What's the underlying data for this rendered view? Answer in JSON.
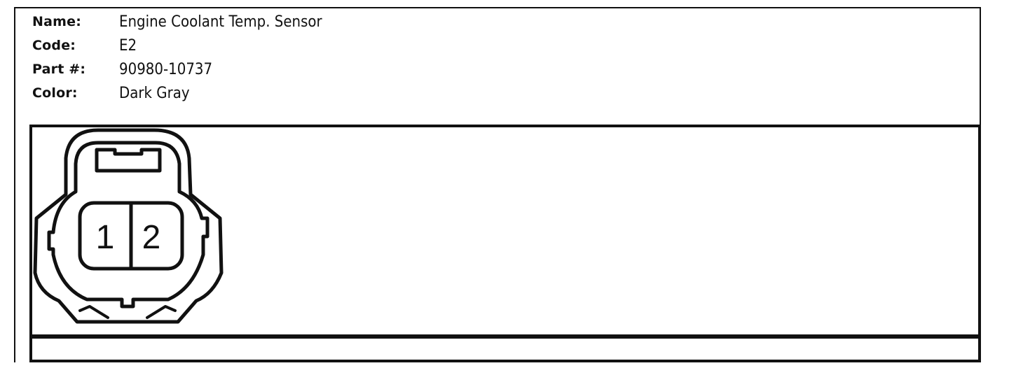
{
  "info": {
    "name_label": "Name:",
    "name_value": "Engine Coolant Temp. Sensor",
    "code_label": "Code:",
    "code_value": "E2",
    "part_label": "Part #:",
    "part_value": "90980-10737",
    "color_label": "Color:",
    "color_value": "Dark Gray"
  },
  "connector": {
    "pins": [
      "1",
      "2"
    ]
  }
}
